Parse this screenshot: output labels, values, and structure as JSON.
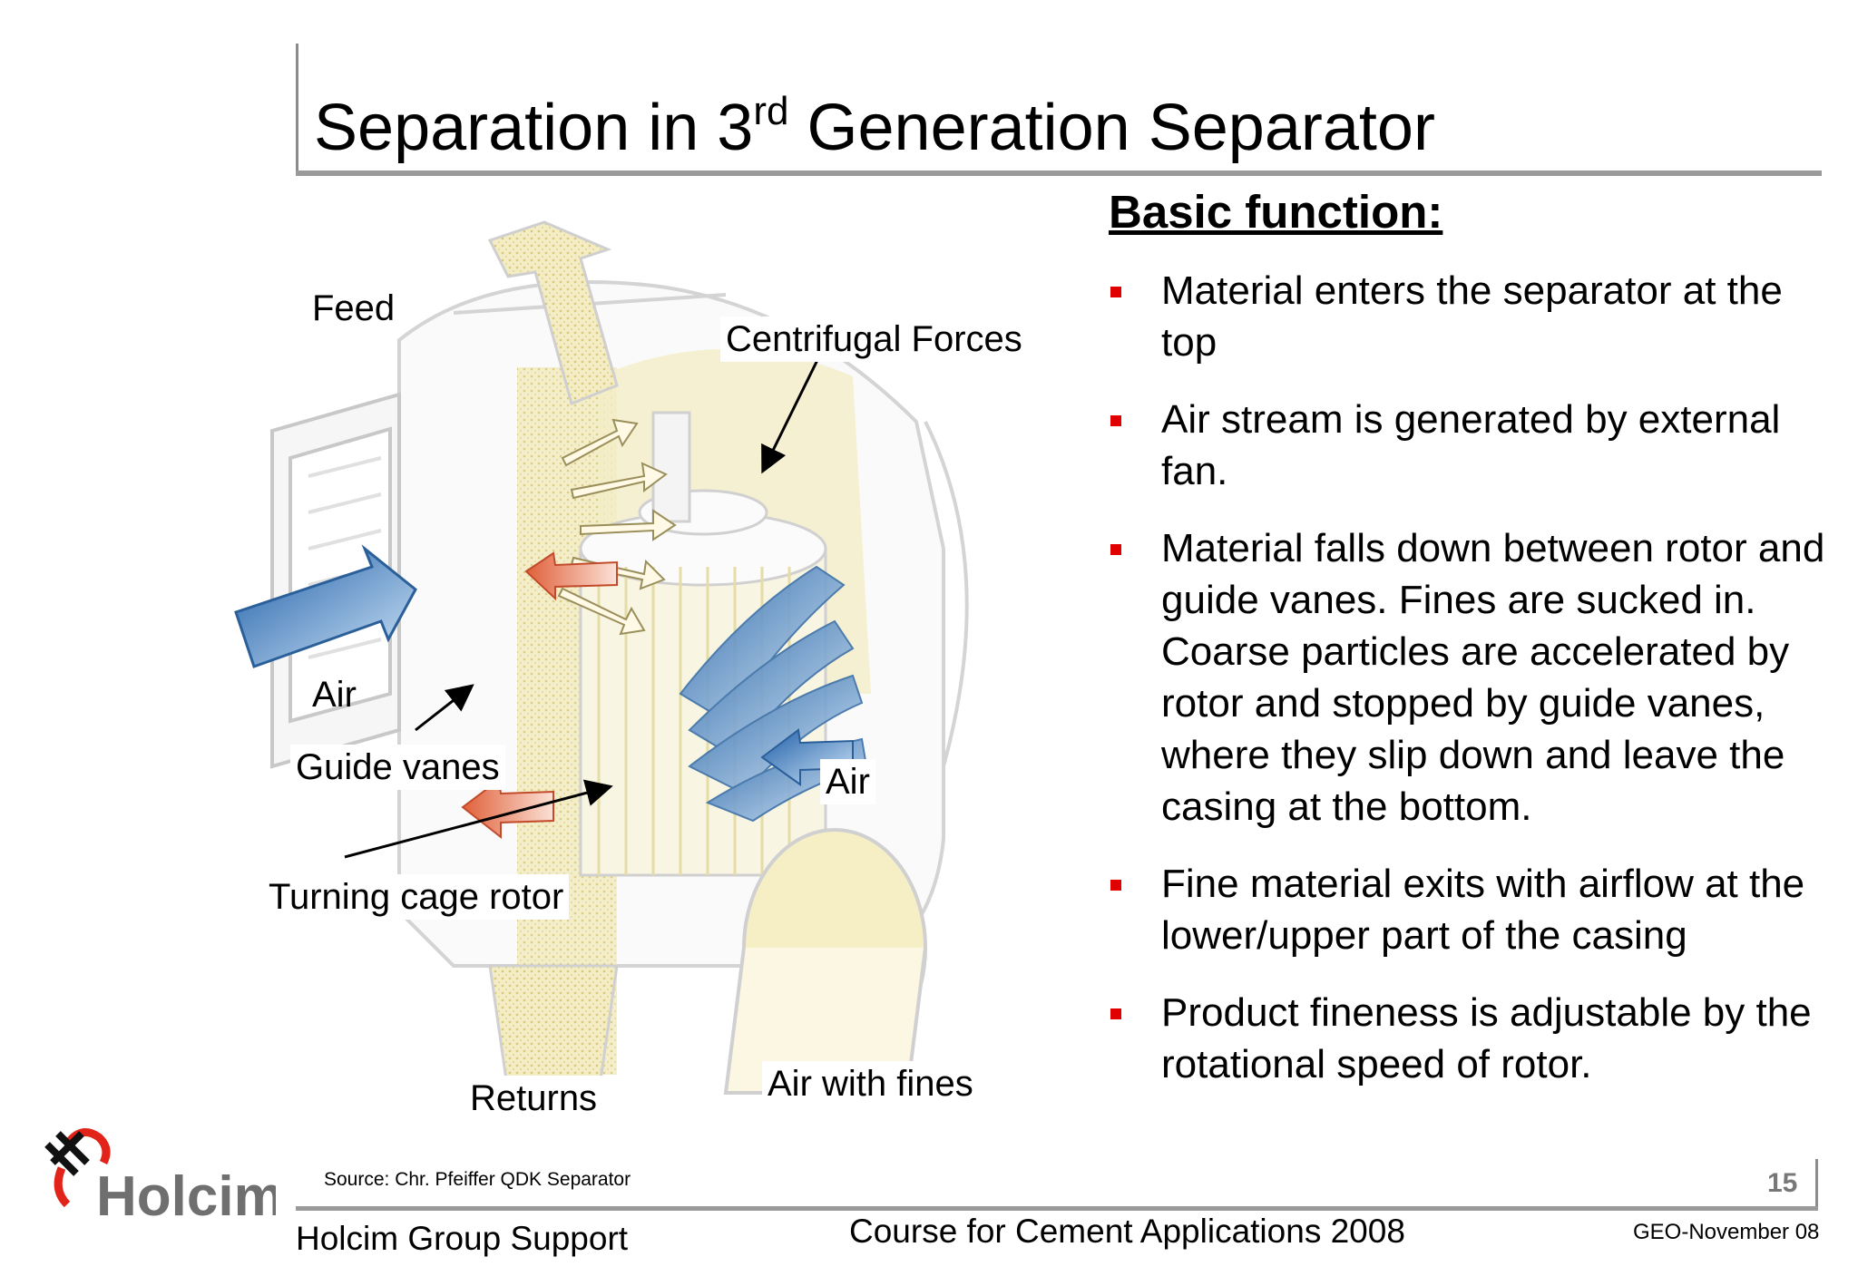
{
  "slide": {
    "title_main": "Separation in 3",
    "title_sup": "rd",
    "title_rest": " Generation Separator"
  },
  "diagram": {
    "labels": {
      "feed": "Feed",
      "centrifugal_forces": "Centrifugal Forces",
      "air_inlet": "Air",
      "guide_vanes": "Guide vanes",
      "air_inner": "Air",
      "turning_cage_rotor": "Turning cage rotor",
      "returns": "Returns",
      "air_with_fines": "Air with fines"
    },
    "colors": {
      "air_arrow": "#3a86cc",
      "rotation_arrow": "#e0603a",
      "material": "#efe3a0",
      "casing": "#d8d8d8"
    }
  },
  "basic_function": {
    "heading": "Basic function:",
    "bullets": [
      "Material enters the separator at the top",
      "Air stream is generated by external fan.",
      "Material falls down between rotor and guide vanes. Fines are sucked in. Coarse particles are accelerated by rotor and stopped by guide vanes, where they slip down and leave the casing at the bottom.",
      "Fine material exits with airflow at the lower/upper  part of the casing",
      "Product fineness is adjustable by the rotational speed of rotor."
    ],
    "bullet_color": "#e00000"
  },
  "footer": {
    "source": "Source: Chr. Pfeiffer QDK Separator",
    "page_number": "15",
    "left": "Holcim Group Support",
    "center": "Course for Cement Applications 2008",
    "right": "GEO-November 08",
    "logo_text": "Holcim",
    "logo_color": "#e2231a"
  }
}
